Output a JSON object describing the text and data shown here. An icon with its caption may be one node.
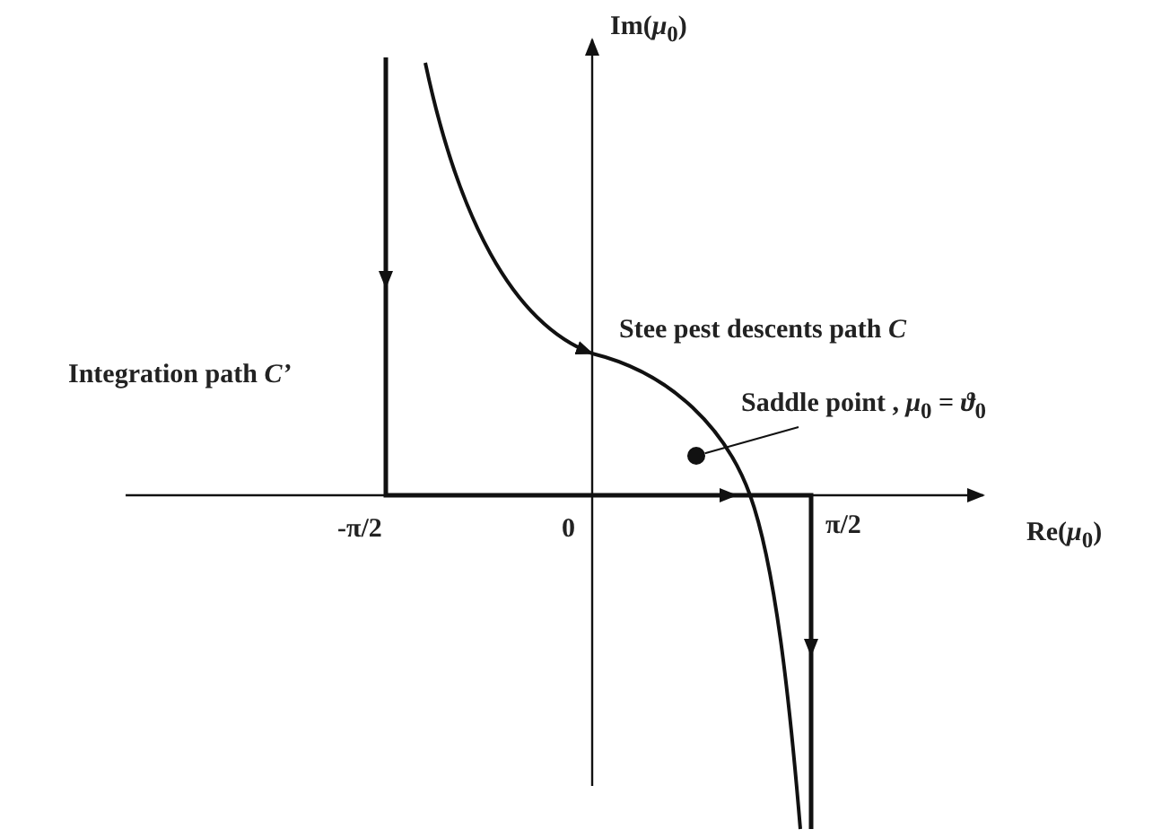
{
  "diagram": {
    "nodes": [
      {
        "text": [
          "Saddle  point , *μ*$_{0}$ = *ϑ*$_{0}$"
        ]
      },
      {
        "text": [],
        "shape": "circle"
      }
    ],
    "edges": [
      {
        "from": 0,
        "to": 1,
        "arrow": "none"
      }
    ],
    "labels": [
      "Im(*μ*$_{0}$)",
      "Stee pest  descents path *C*",
      "Integration path *C’*",
      "-π/2",
      "0",
      "π/2",
      "Re(*μ*$_{0}$)"
    ]
  }
}
